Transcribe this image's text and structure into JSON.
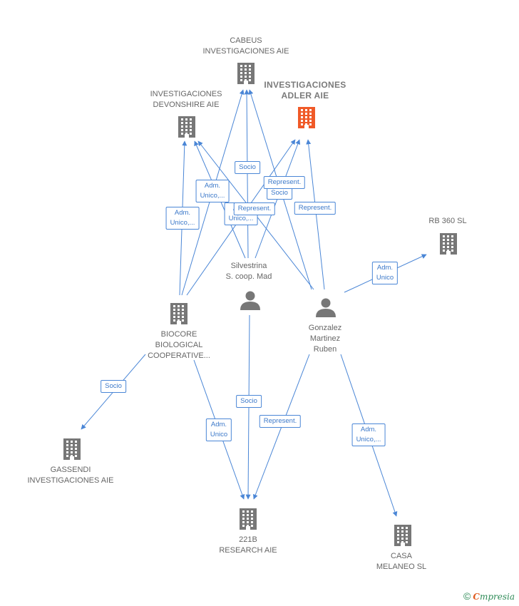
{
  "colors": {
    "edge": "#4a86d6",
    "company": "#777777",
    "highlight": "#f05a28",
    "person": "#777777"
  },
  "nodes": [
    {
      "id": "cabeus",
      "label": "CABEUS\nINVESTIGACIONES AIE",
      "type": "company"
    },
    {
      "id": "adler",
      "label": "INVESTIGACIONES\nADLER AIE",
      "type": "company",
      "highlight": true
    },
    {
      "id": "devonshire",
      "label": "INVESTIGACIONES\nDEVONSHIRE AIE",
      "type": "company"
    },
    {
      "id": "rb360",
      "label": "RB 360  SL",
      "type": "company"
    },
    {
      "id": "silvestrina",
      "label": "Silvestrina\nS. coop. Mad",
      "type": "person"
    },
    {
      "id": "biocore",
      "label": "BIOCORE\nBIOLOGICAL\nCOOPERATIVE...",
      "type": "company"
    },
    {
      "id": "gonzalez",
      "label": "Gonzalez\nMartinez\nRuben",
      "type": "person"
    },
    {
      "id": "gassendi",
      "label": "GASSENDI\nINVESTIGACIONES AIE",
      "type": "company"
    },
    {
      "id": "r221b",
      "label": "221B\nRESEARCH AIE",
      "type": "company"
    },
    {
      "id": "casa",
      "label": "CASA\nMELANEO  SL",
      "type": "company"
    }
  ],
  "edges": [
    {
      "from": "biocore",
      "to": "cabeus",
      "label": "Adm.\nUnico,..."
    },
    {
      "from": "biocore",
      "to": "devonshire",
      "label": "Adm.\nUnico,..."
    },
    {
      "from": "biocore",
      "to": "adler",
      "label": "Adm.\nUnico,..."
    },
    {
      "from": "silvestrina",
      "to": "cabeus",
      "label": "Socio"
    },
    {
      "from": "silvestrina",
      "to": "adler",
      "label": "Socio"
    },
    {
      "from": "silvestrina",
      "to": "devonshire",
      "label": ""
    },
    {
      "from": "gonzalez",
      "to": "cabeus",
      "label": "Represent."
    },
    {
      "from": "gonzalez",
      "to": "devonshire",
      "label": "Represent."
    },
    {
      "from": "gonzalez",
      "to": "adler",
      "label": "Represent."
    },
    {
      "from": "gonzalez",
      "to": "rb360",
      "label": "Adm.\nUnico"
    },
    {
      "from": "biocore",
      "to": "gassendi",
      "label": "Socio"
    },
    {
      "from": "biocore",
      "to": "r221b",
      "label": "Adm.\nUnico"
    },
    {
      "from": "silvestrina",
      "to": "r221b",
      "label": "Socio"
    },
    {
      "from": "gonzalez",
      "to": "r221b",
      "label": "Represent."
    },
    {
      "from": "gonzalez",
      "to": "casa",
      "label": "Adm.\nUnico,..."
    }
  ],
  "footer": {
    "copyright": "©",
    "brand_initial": "C",
    "brand_rest": "mpresia"
  }
}
